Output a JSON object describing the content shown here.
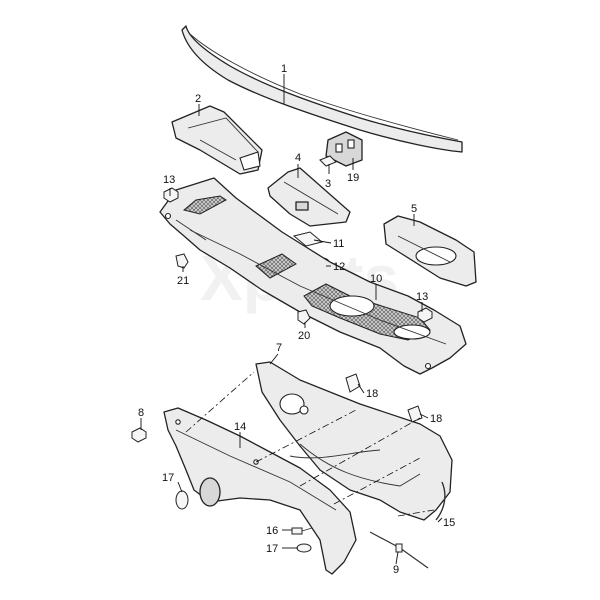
{
  "watermark": "Xparts",
  "callouts": {
    "c1": "1",
    "c2": "2",
    "c3": "3",
    "c4": "4",
    "c5": "5",
    "c7": "7",
    "c8": "8",
    "c9": "9",
    "c10": "10",
    "c11": "11",
    "c12": "12",
    "c13a": "13",
    "c13b": "13",
    "c14": "14",
    "c15": "15",
    "c16": "16",
    "c17a": "17",
    "c17b": "17",
    "c18a": "18",
    "c18b": "18",
    "c19": "19",
    "c20": "20",
    "c21": "21"
  }
}
